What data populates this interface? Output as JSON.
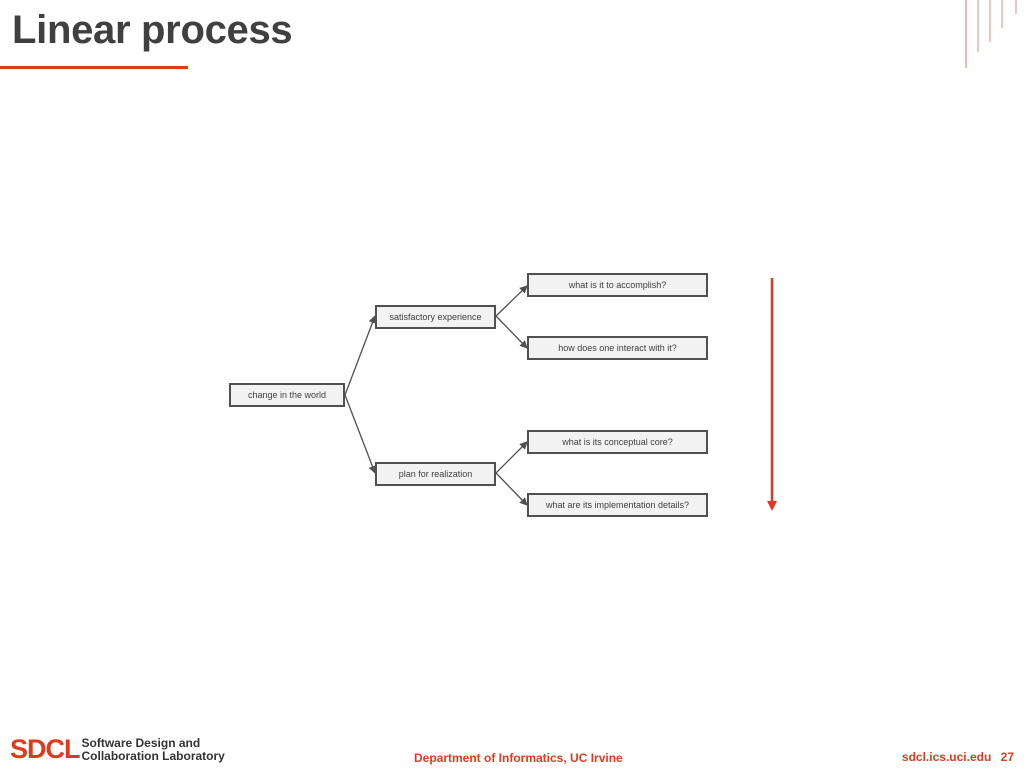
{
  "slide": {
    "title": "Linear process"
  },
  "diagram": {
    "nodes": {
      "root": "change in the world",
      "experience": "satisfactory experience",
      "plan": "plan for realization",
      "accomplish": "what is it to accomplish?",
      "interact": "how does one interact with it?",
      "core": "what is its conceptual core?",
      "details": "what are its implementation details?"
    }
  },
  "footer": {
    "logo_mark": "SDCL",
    "logo_line1": "Software Design and",
    "logo_line2": "Collaboration Laboratory",
    "department": "Department of Informatics, UC Irvine",
    "url": "sdcl.ics.uci.edu",
    "page": "27"
  },
  "colors": {
    "accent": "#e03a1e",
    "text": "#404040",
    "node_border": "#505050",
    "node_fill": "#f2f2f2"
  }
}
